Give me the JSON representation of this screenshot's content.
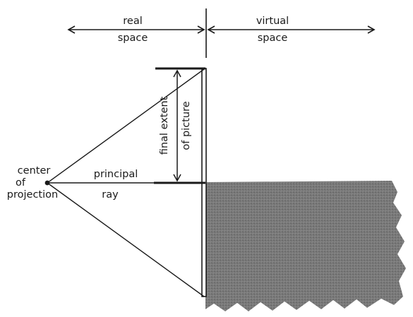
{
  "labels": {
    "real_space": [
      "real",
      "space"
    ],
    "virtual_space": [
      "virtual",
      "space"
    ],
    "final_extent": [
      "final extent",
      "of picture"
    ],
    "center_of_projection": [
      "center",
      "of",
      "projection"
    ],
    "principal_ray": [
      "principal",
      "ray"
    ]
  },
  "colors": {
    "background": "#ffffff",
    "ink": "#1a1a1a",
    "virtual_surface": "#777777"
  }
}
